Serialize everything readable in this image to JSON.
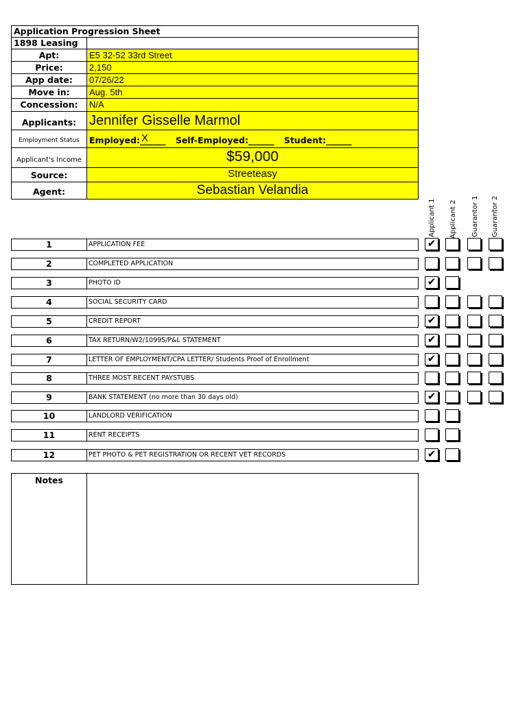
{
  "sheet": {
    "title": "Application Progression Sheet",
    "company": "1898 Leasing",
    "fields": {
      "apt": {
        "label": "Apt:",
        "value": "E5 32-52 33rd Street"
      },
      "price": {
        "label": "Price:",
        "value": "2,150"
      },
      "app_date": {
        "label": "App date:",
        "value": "07/26/22"
      },
      "move_in": {
        "label": "Move in:",
        "value": "Aug. 5th"
      },
      "concession": {
        "label": "Concession:",
        "value": "N/A"
      },
      "applicants": {
        "label": "Applicants:",
        "value": "Jennifer Gisselle Marmol"
      },
      "employment": {
        "label": "Employment Status",
        "employed": "Employed:______",
        "employed_mark": "X",
        "self_employed": "Self-Employed:______",
        "student": "Student:______"
      },
      "income": {
        "label": "Applicant's Income",
        "value": "$59,000"
      },
      "source": {
        "label": "Source:",
        "value": "Streeteasy"
      },
      "agent": {
        "label": "Agent:",
        "value": "Sebastian Velandia"
      }
    },
    "columns": [
      "Applicant 1",
      "Applicant 2",
      "Guarantor 1",
      "Guarantor 2"
    ],
    "check_mark": "✔",
    "items": [
      {
        "num": "1",
        "desc": "APPLICATION FEE",
        "checks": [
          true,
          false,
          false,
          false
        ]
      },
      {
        "num": "2",
        "desc": "COMPLETED APPLICATION",
        "checks": [
          false,
          false,
          false,
          false
        ]
      },
      {
        "num": "3",
        "desc": "PHOTO ID",
        "checks": [
          true,
          false
        ]
      },
      {
        "num": "4",
        "desc": "SOCIAL SECURITY CARD",
        "checks": [
          false,
          false,
          false,
          false
        ]
      },
      {
        "num": "5",
        "desc": "CREDIT REPORT",
        "checks": [
          true,
          false,
          false,
          false
        ]
      },
      {
        "num": "6",
        "desc": "TAX RETURN/W2/1099S/P&L STATEMENT",
        "checks": [
          true,
          false,
          false,
          false
        ]
      },
      {
        "num": "7",
        "desc": "LETTER OF EMPLOYMENT/CPA LETTER/ Students Proof of Enrollment",
        "checks": [
          true,
          false,
          false,
          false
        ]
      },
      {
        "num": "8",
        "desc": "THREE MOST RECENT PAYSTUBS",
        "checks": [
          false,
          false,
          false,
          false
        ]
      },
      {
        "num": "9",
        "desc": "BANK STATEMENT (no more than 30 days old)",
        "checks": [
          true,
          false,
          false,
          false
        ]
      },
      {
        "num": "10",
        "desc": "LANDLORD VERIFICATION",
        "checks": [
          false,
          false
        ]
      },
      {
        "num": "11",
        "desc": "RENT RECEIPTS",
        "checks": [
          false,
          false
        ]
      },
      {
        "num": "12",
        "desc": "PET PHOTO & PET REGISTRATION OR RECENT VET RECORDS",
        "checks": [
          true,
          false
        ]
      }
    ],
    "notes_label": "Notes"
  }
}
